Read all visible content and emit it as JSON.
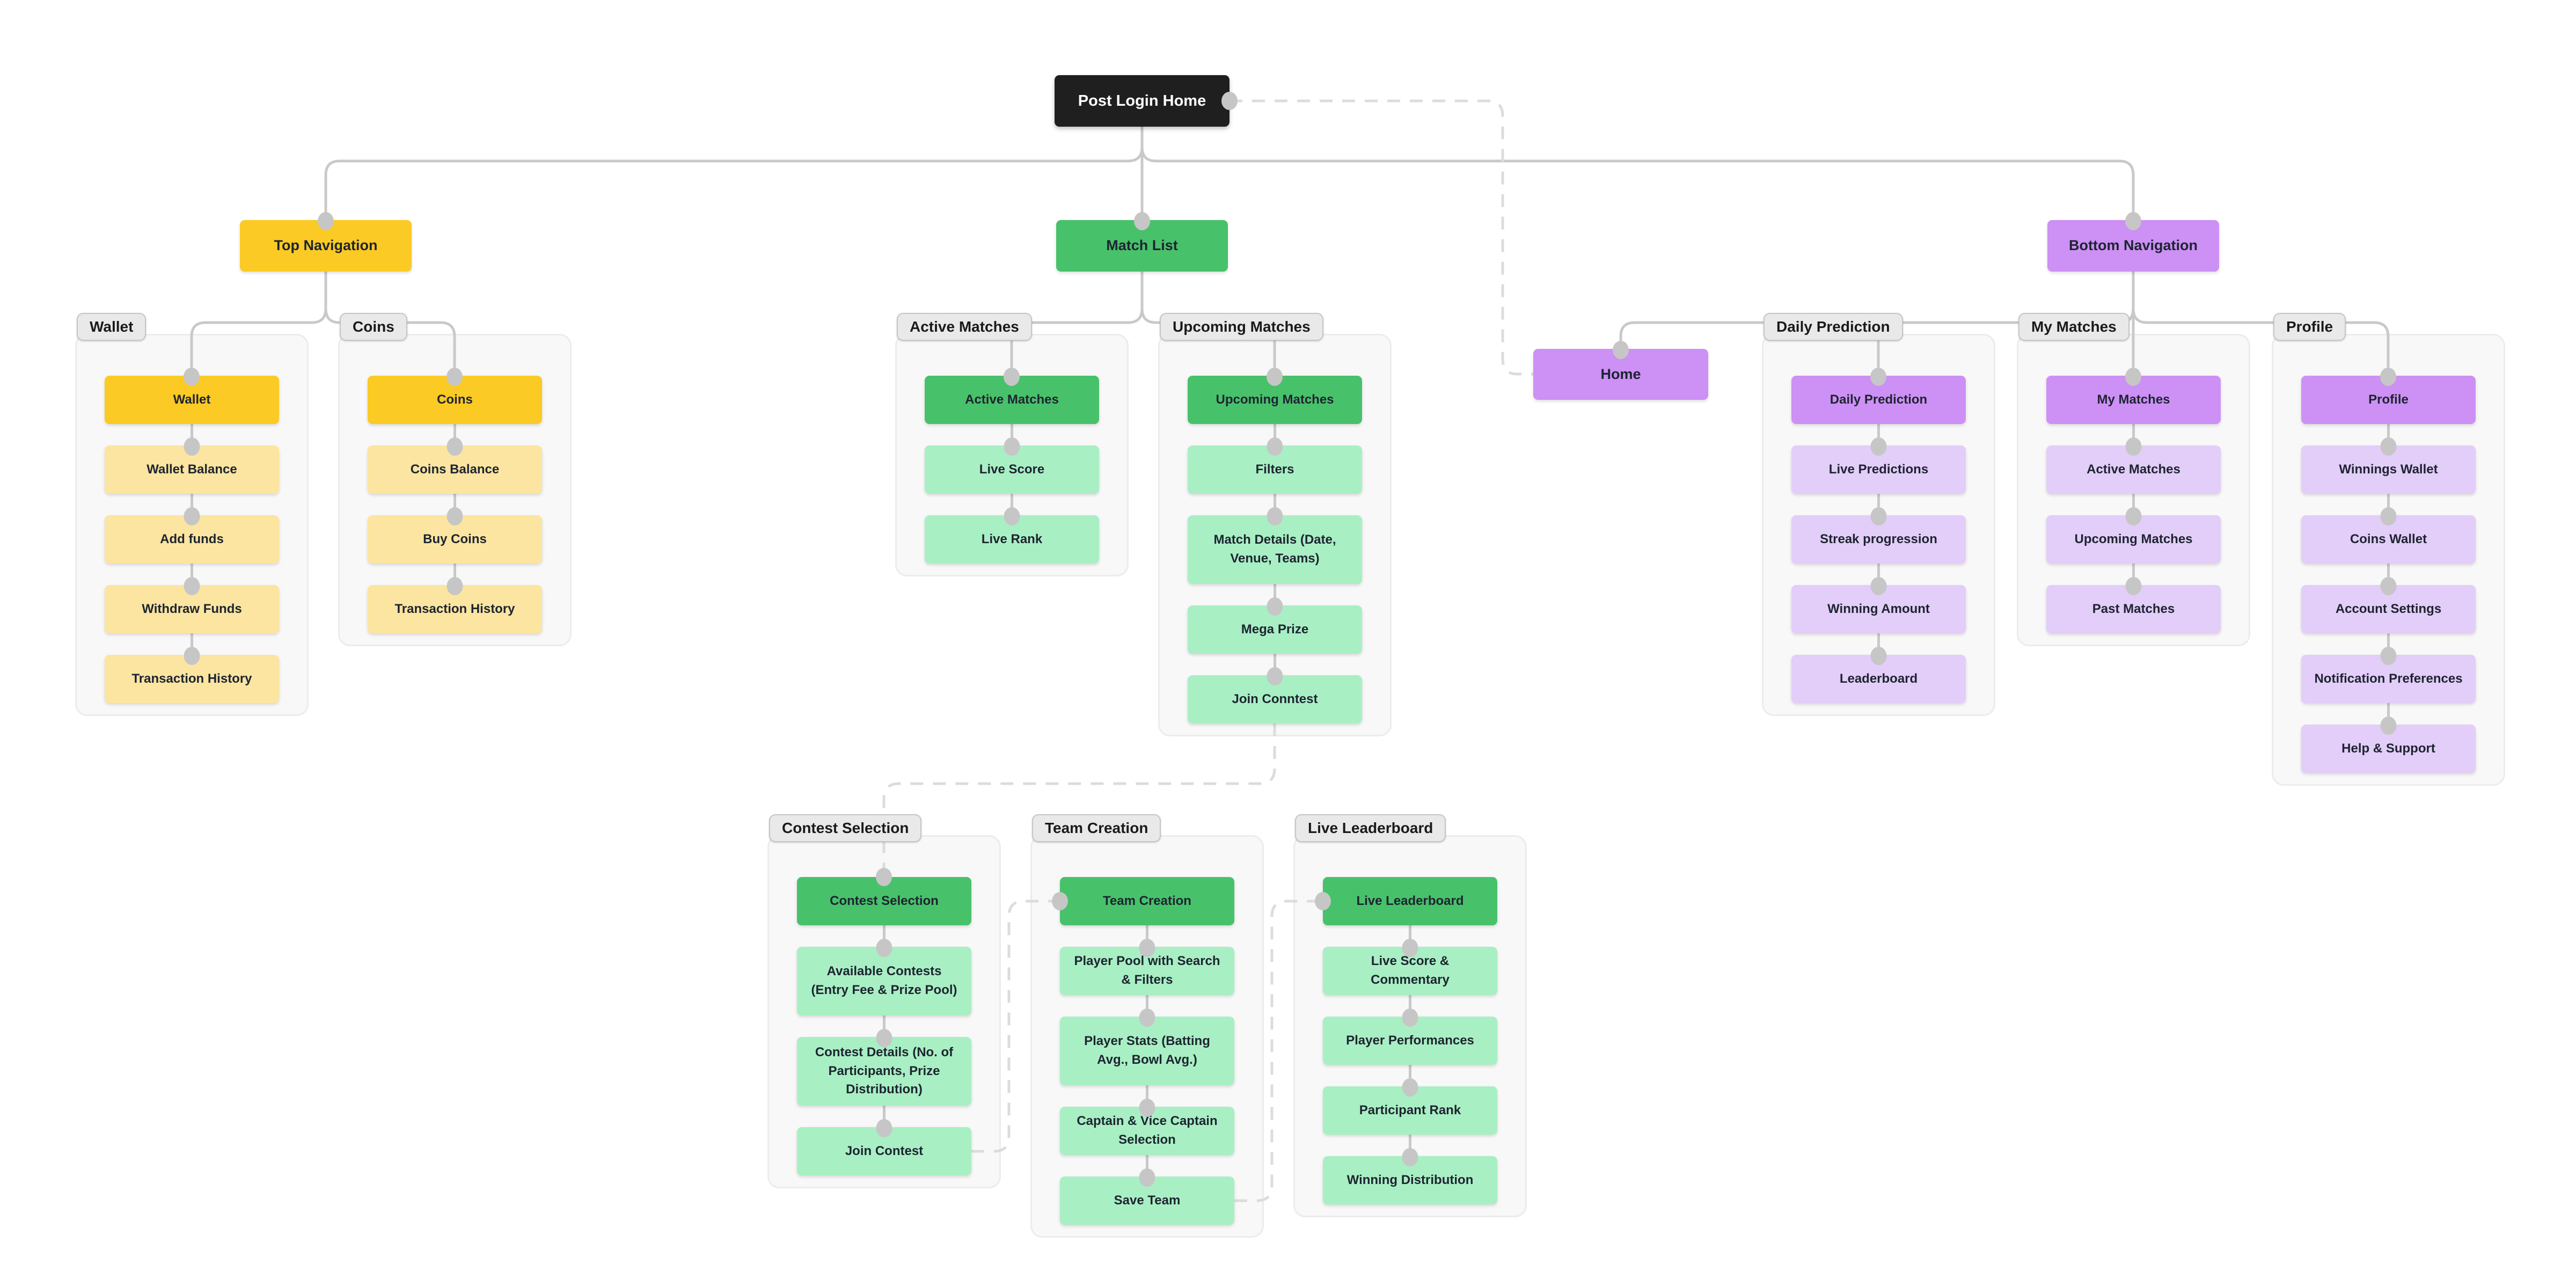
{
  "diagram": {
    "root": {
      "id": "post-login-home",
      "label": "Post Login Home"
    },
    "level1": [
      {
        "id": "top-navigation",
        "label": "Top Navigation",
        "theme": "yellow"
      },
      {
        "id": "match-list",
        "label": "Match List",
        "theme": "green"
      },
      {
        "id": "bottom-navigation",
        "label": "Bottom Navigation",
        "theme": "purple"
      }
    ],
    "standalone_node": {
      "id": "home",
      "label": "Home",
      "theme": "purple",
      "parent": "bottom-navigation"
    },
    "groups": [
      {
        "id": "wallet",
        "badge": "Wallet",
        "theme": "yellow",
        "parent": "top-navigation",
        "items": [
          {
            "label": "Wallet",
            "size": "single"
          },
          {
            "label": "Wallet Balance",
            "size": "single"
          },
          {
            "label": "Add funds",
            "size": "single"
          },
          {
            "label": "Withdraw Funds",
            "size": "single"
          },
          {
            "label": "Transaction History",
            "size": "single"
          }
        ]
      },
      {
        "id": "coins",
        "badge": "Coins",
        "theme": "yellow",
        "parent": "top-navigation",
        "items": [
          {
            "label": "Coins",
            "size": "single"
          },
          {
            "label": "Coins Balance",
            "size": "single"
          },
          {
            "label": "Buy Coins",
            "size": "single"
          },
          {
            "label": "Transaction History",
            "size": "single"
          }
        ]
      },
      {
        "id": "active-matches",
        "badge": "Active Matches",
        "theme": "green",
        "parent": "match-list",
        "items": [
          {
            "label": "Active Matches",
            "size": "single"
          },
          {
            "label": "Live Score",
            "size": "single"
          },
          {
            "label": "Live Rank",
            "size": "single"
          }
        ]
      },
      {
        "id": "upcoming-matches",
        "badge": "Upcoming Matches",
        "theme": "green",
        "parent": "match-list",
        "items": [
          {
            "label": "Upcoming Matches",
            "size": "single"
          },
          {
            "label": "Filters",
            "size": "single"
          },
          {
            "label": "Match Details (Date, Venue, Teams)",
            "size": "tall"
          },
          {
            "label": "Mega Prize",
            "size": "single"
          },
          {
            "label": "Join Conntest",
            "size": "single"
          }
        ]
      },
      {
        "id": "daily-prediction",
        "badge": "Daily Prediction",
        "theme": "purple",
        "parent": "bottom-navigation",
        "items": [
          {
            "label": "Daily Prediction",
            "size": "single"
          },
          {
            "label": "Live Predictions",
            "size": "single"
          },
          {
            "label": "Streak progression",
            "size": "single"
          },
          {
            "label": "Winning Amount",
            "size": "single"
          },
          {
            "label": "Leaderboard",
            "size": "single"
          }
        ]
      },
      {
        "id": "my-matches",
        "badge": "My Matches",
        "theme": "purple",
        "parent": "bottom-navigation",
        "items": [
          {
            "label": "My Matches",
            "size": "single"
          },
          {
            "label": "Active Matches",
            "size": "single"
          },
          {
            "label": "Upcoming Matches",
            "size": "single"
          },
          {
            "label": "Past Matches",
            "size": "single"
          }
        ]
      },
      {
        "id": "profile",
        "badge": "Profile",
        "theme": "purple",
        "parent": "bottom-navigation",
        "items": [
          {
            "label": "Profile",
            "size": "single"
          },
          {
            "label": "Winnings Wallet",
            "size": "single"
          },
          {
            "label": "Coins Wallet",
            "size": "single"
          },
          {
            "label": "Account Settings",
            "size": "single"
          },
          {
            "label": "Notification Preferences",
            "size": "single"
          },
          {
            "label": "Help & Support",
            "size": "single"
          }
        ]
      },
      {
        "id": "contest-selection",
        "badge": "Contest Selection",
        "theme": "green",
        "parent": null,
        "items": [
          {
            "label": "Contest Selection",
            "size": "single"
          },
          {
            "label": "Available Contests (Entry Fee & Prize Pool)",
            "size": "tall"
          },
          {
            "label": "Contest Details (No. of Participants, Prize Distribution)",
            "size": "tall"
          },
          {
            "label": "Join Contest",
            "size": "single"
          }
        ]
      },
      {
        "id": "team-creation",
        "badge": "Team Creation",
        "theme": "green",
        "parent": null,
        "items": [
          {
            "label": "Team Creation",
            "size": "single"
          },
          {
            "label": "Player Pool with Search & Filters",
            "size": "single"
          },
          {
            "label": "Player Stats (Batting Avg., Bowl Avg.)",
            "size": "tall"
          },
          {
            "label": "Captain & Vice Captain Selection",
            "size": "single"
          },
          {
            "label": "Save Team",
            "size": "single"
          }
        ]
      },
      {
        "id": "live-leaderboard",
        "badge": "Live Leaderboard",
        "theme": "green",
        "parent": null,
        "items": [
          {
            "label": "Live Leaderboard",
            "size": "single"
          },
          {
            "label": "Live Score & Commentary",
            "size": "single"
          },
          {
            "label": "Player Performances",
            "size": "single"
          },
          {
            "label": "Participant Rank",
            "size": "single"
          },
          {
            "label": "Winning Distribution",
            "size": "single"
          }
        ]
      }
    ],
    "dashed_links": [
      {
        "from": "post-login-home",
        "to": "home"
      },
      {
        "from": "join-conntest",
        "to": "contest-selection"
      },
      {
        "from": "join-contest",
        "to": "team-creation"
      },
      {
        "from": "save-team",
        "to": "live-leaderboard"
      }
    ]
  },
  "colors": {
    "root_bg": "#1f1f1f",
    "root_text": "#ffffff",
    "yellow_bright": "#fbca24",
    "yellow_light": "#fce5a0",
    "green_bright": "#48c16b",
    "green_light": "#a9efc4",
    "purple_bright": "#cd90f5",
    "purple_light": "#e3cdf9",
    "node_text": "#1d2430",
    "container_bg": "#f8f8f8",
    "container_border": "#ececec",
    "badge_bg": "#e9e9e9",
    "badge_border": "#c6c6c6",
    "solid_line": "#c9c9c9",
    "dot": "#c6c6c6",
    "dashed_line": "#dcdcdc"
  }
}
